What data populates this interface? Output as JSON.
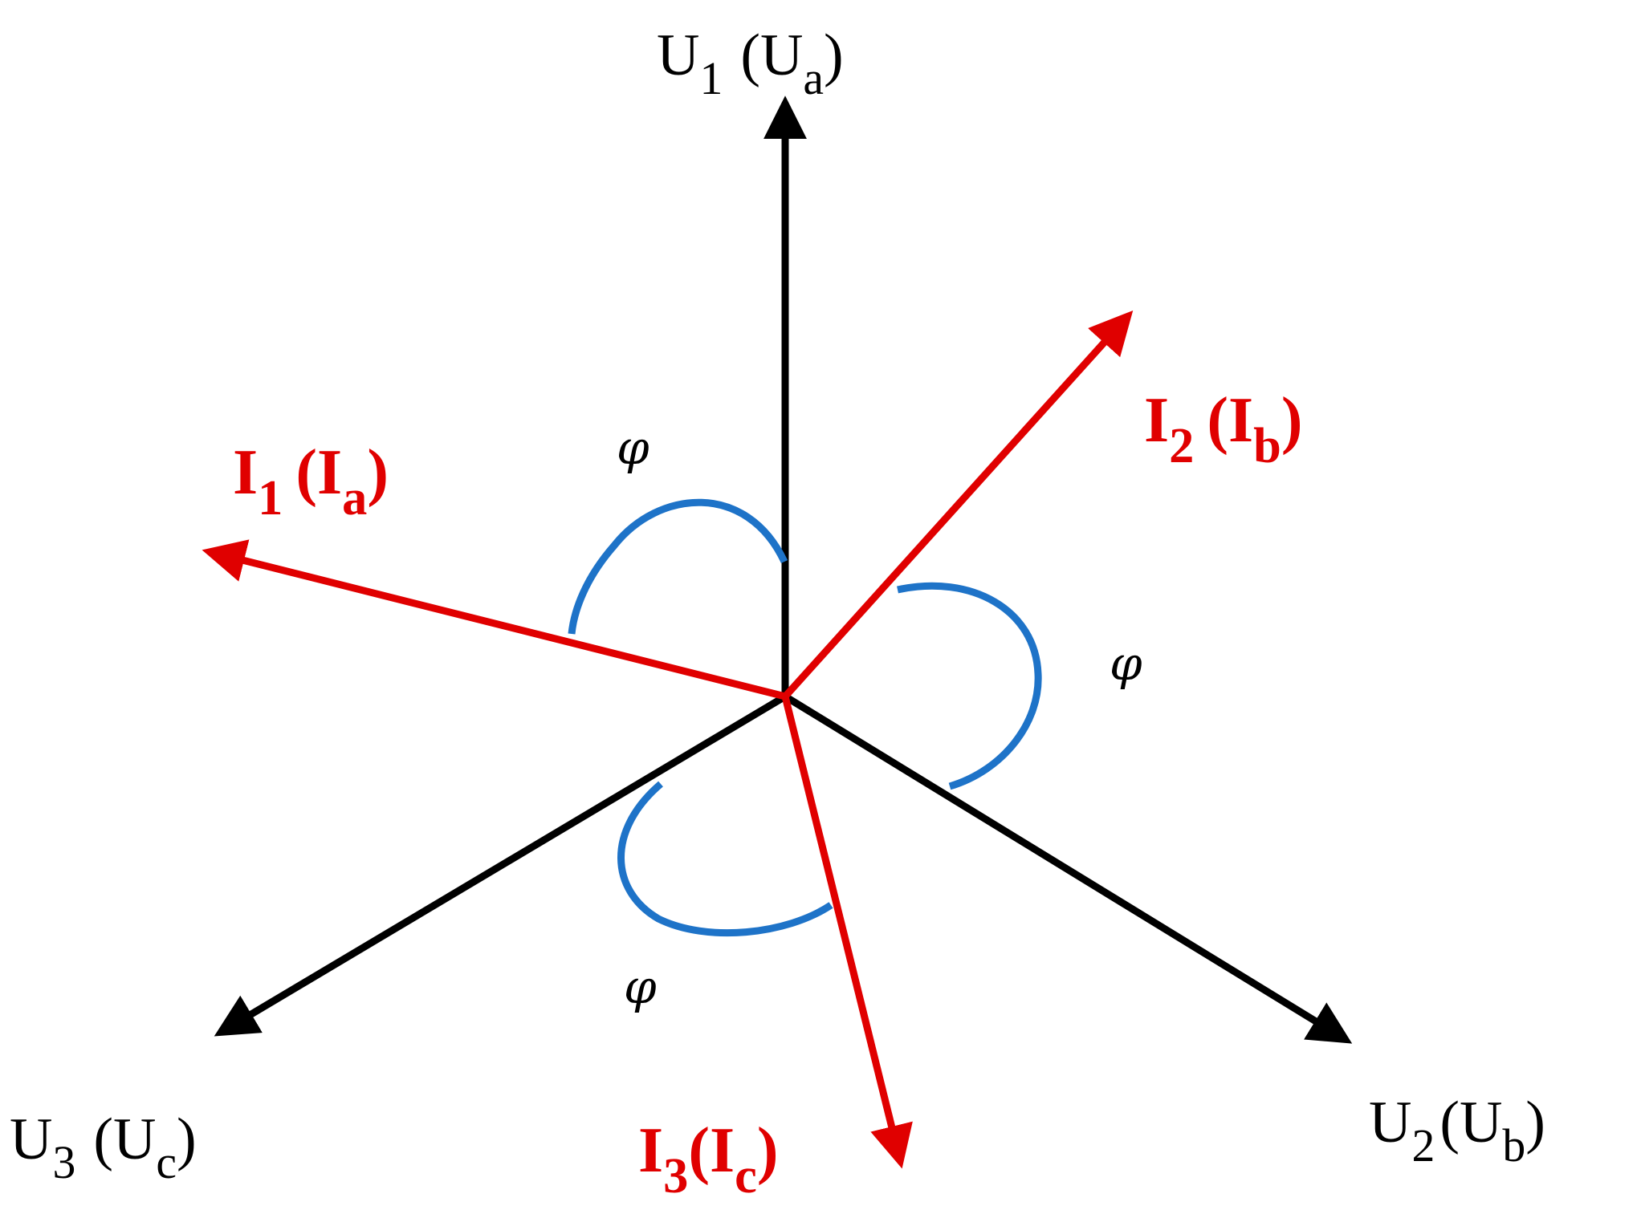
{
  "colors": {
    "voltage": "#000000",
    "current": "#e00000",
    "angle_arc": "#1e73c8"
  },
  "phasors": {
    "voltages": [
      {
        "id": "u1",
        "main": "U",
        "sub": "1",
        "alt_main": "U",
        "alt_sub": "a"
      },
      {
        "id": "u2",
        "main": "U",
        "sub": "2",
        "alt_main": "U",
        "alt_sub": "b"
      },
      {
        "id": "u3",
        "main": "U",
        "sub": "3",
        "alt_main": "U",
        "alt_sub": "c"
      }
    ],
    "currents": [
      {
        "id": "i1",
        "main": "I",
        "sub": "1",
        "alt_main": "I",
        "alt_sub": "a"
      },
      {
        "id": "i2",
        "main": "I",
        "sub": "2",
        "alt_main": "I",
        "alt_sub": "b"
      },
      {
        "id": "i3",
        "main": "I",
        "sub": "3",
        "alt_main": "I",
        "alt_sub": "c"
      }
    ]
  },
  "angle_symbol": "φ"
}
